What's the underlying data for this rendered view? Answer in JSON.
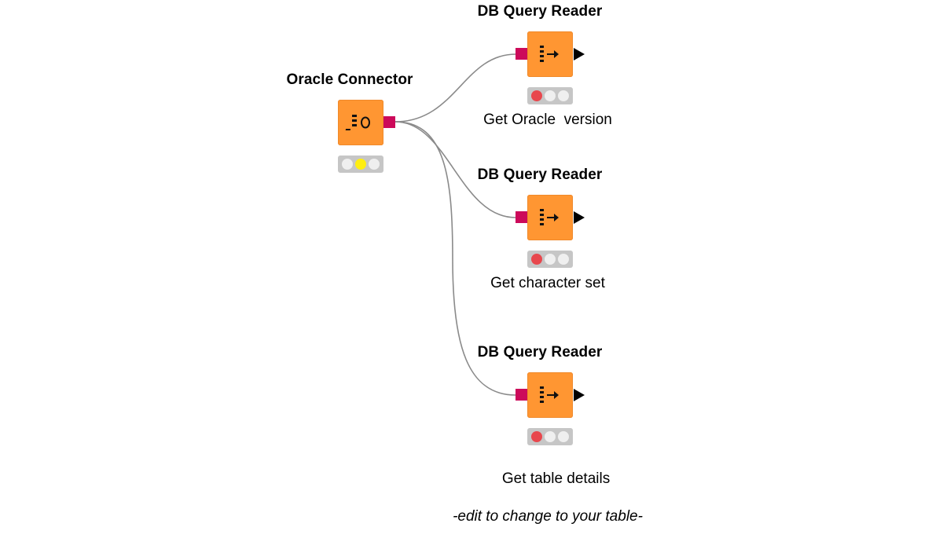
{
  "workflow": {
    "nodes": [
      {
        "id": "oracle-connector",
        "title": "Oracle Connector",
        "label": "",
        "note": "",
        "status": "yellow",
        "icon": "oracle-connector-icon"
      },
      {
        "id": "query-reader-1",
        "title": "DB Query Reader",
        "label": "Get Oracle  version",
        "note": "",
        "status": "red",
        "icon": "db-query-reader-icon"
      },
      {
        "id": "query-reader-2",
        "title": "DB Query Reader",
        "label": "Get character set",
        "note": "",
        "status": "red",
        "icon": "db-query-reader-icon"
      },
      {
        "id": "query-reader-3",
        "title": "DB Query Reader",
        "label": "Get table details",
        "note": "-edit to change to your table-",
        "status": "red",
        "icon": "db-query-reader-icon"
      }
    ],
    "connections": [
      {
        "from": "oracle-connector",
        "to": "query-reader-1"
      },
      {
        "from": "oracle-connector",
        "to": "query-reader-2"
      },
      {
        "from": "oracle-connector",
        "to": "query-reader-3"
      }
    ],
    "colors": {
      "node_fill": "#ff9632",
      "db_port": "#cc0a5a",
      "connection": "#8a8a8a",
      "status_bg": "#c6c6c6",
      "light_off": "#efefef",
      "light_red": "#e8474d",
      "light_yellow": "#ffee11"
    }
  }
}
